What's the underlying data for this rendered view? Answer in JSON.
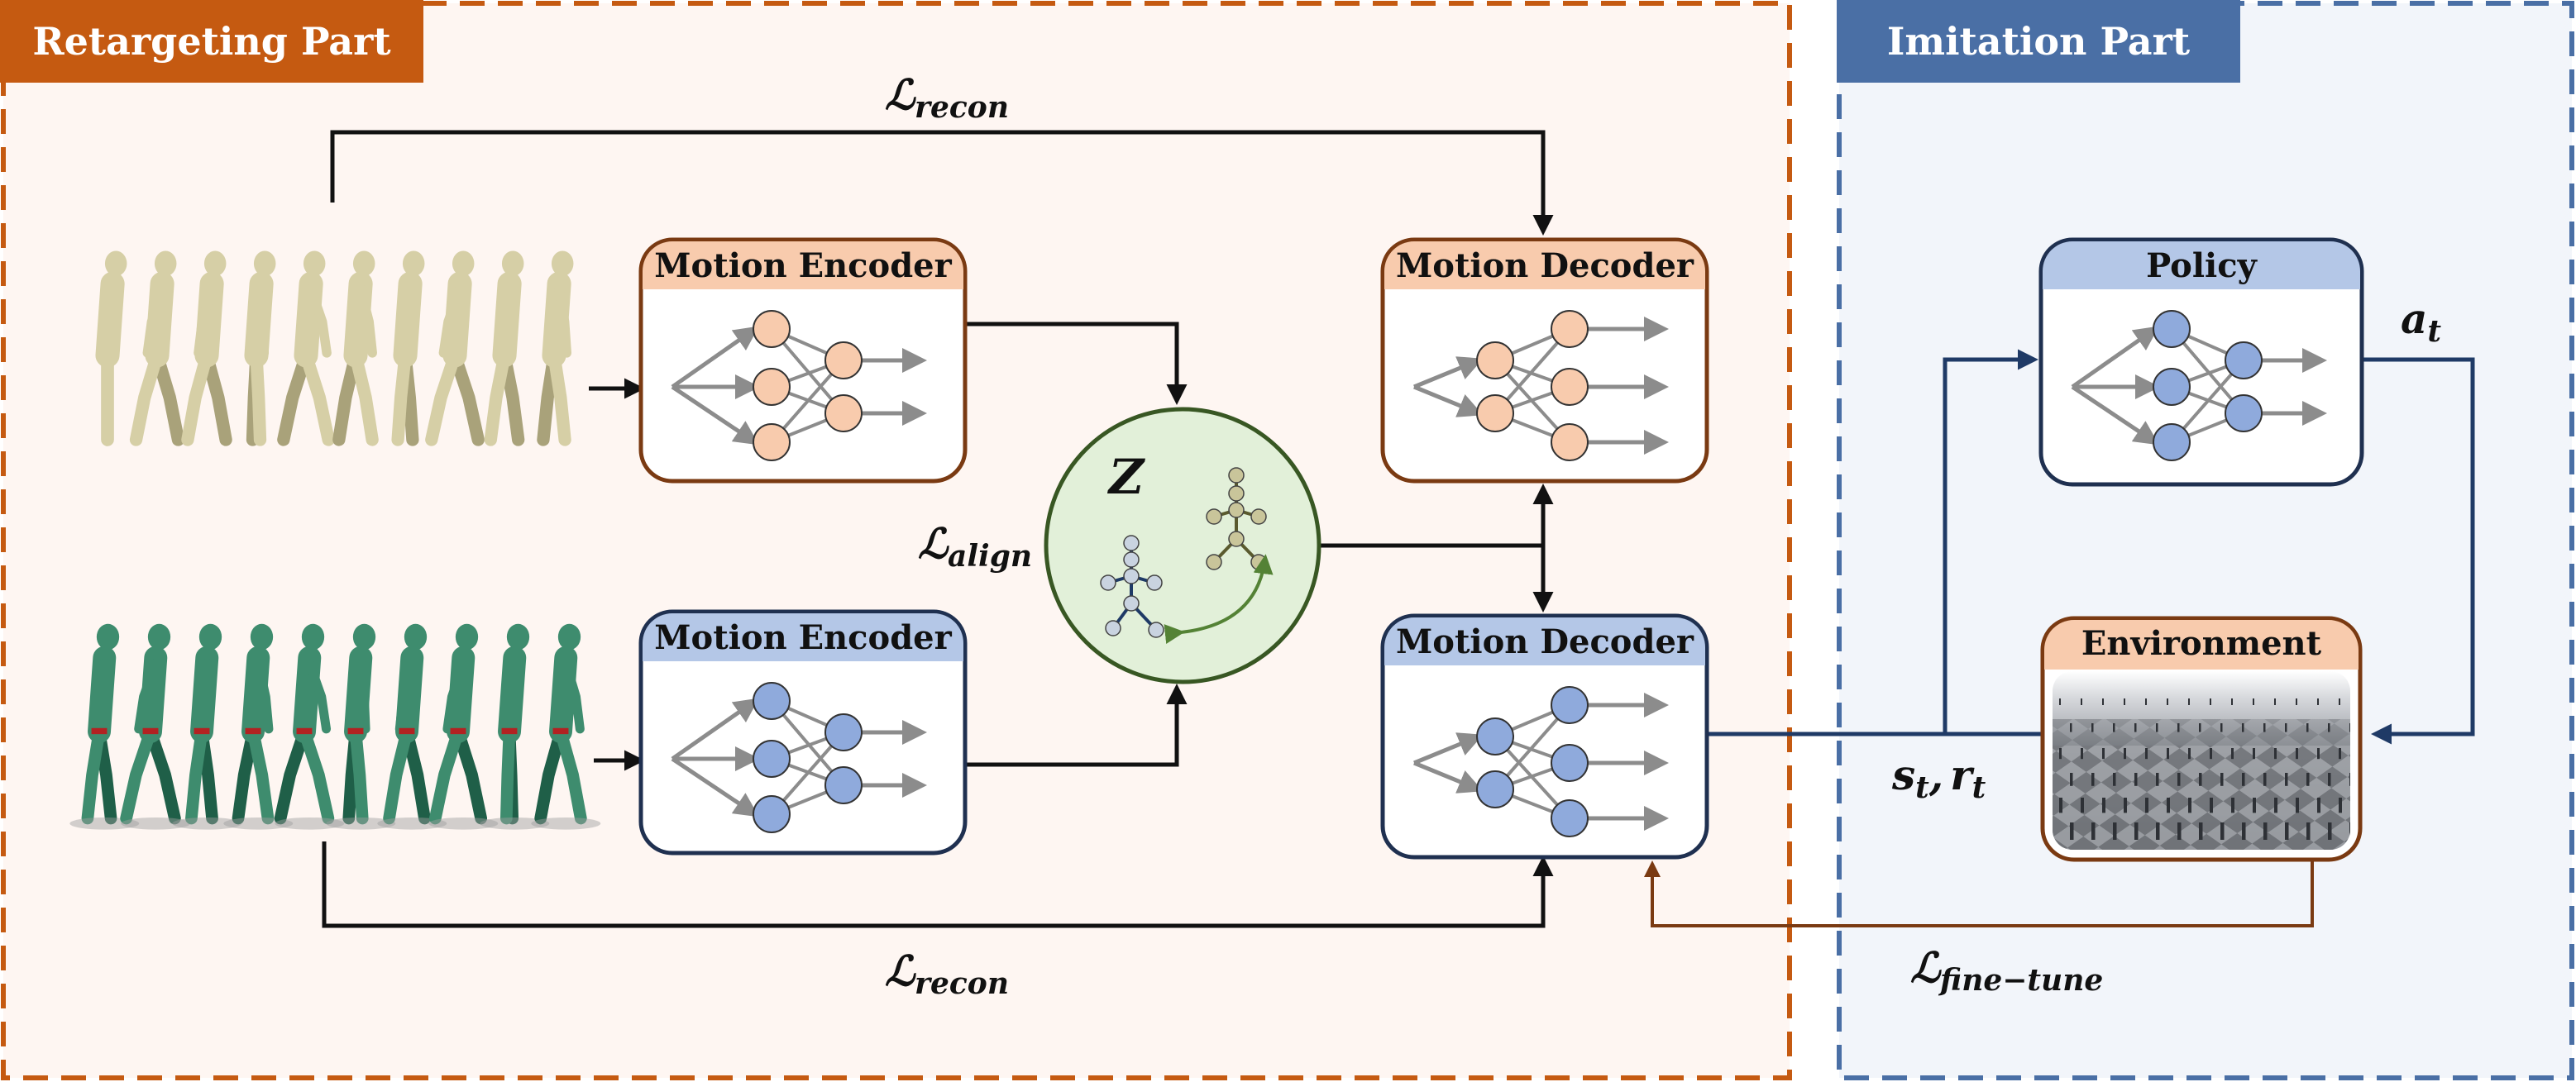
{
  "panels": {
    "retargeting": {
      "title": "Retargeting Part",
      "accent": "#C55A11",
      "fill": "#FEF6F2"
    },
    "imitation": {
      "title": "Imitation Part",
      "accent": "#4A6FA5",
      "fill": "#F2F5FA"
    }
  },
  "boxes": {
    "human_encoder": {
      "title": "Motion Encoder",
      "header": "#F8CBAD",
      "border": "#7A3A12",
      "node": "#F8CBAD"
    },
    "robot_encoder": {
      "title": "Motion Encoder",
      "header": "#B4C7E7",
      "border": "#1F3050",
      "node": "#8FAADC"
    },
    "human_decoder": {
      "title": "Motion Decoder",
      "header": "#F8CBAD",
      "border": "#7A3A12",
      "node": "#F8CBAD"
    },
    "robot_decoder": {
      "title": "Motion Decoder",
      "header": "#B4C7E7",
      "border": "#1F3050",
      "node": "#8FAADC"
    },
    "policy": {
      "title": "Policy",
      "header": "#B4C7E7",
      "border": "#1F3050",
      "node": "#8FAADC"
    },
    "environment": {
      "title": "Environment",
      "header": "#F8CBAD",
      "border": "#7A3A12"
    }
  },
  "latent": {
    "symbol": "Z",
    "fill": "#E2F0D9",
    "border": "#385723"
  },
  "losses": {
    "recon_top": {
      "main": "ℒ",
      "sub": "recon"
    },
    "recon_bottom": {
      "main": "ℒ",
      "sub": "recon"
    },
    "align": {
      "main": "ℒ",
      "sub": "align"
    },
    "fine_tune": {
      "main": "ℒ",
      "sub": "fine−tune"
    }
  },
  "signals": {
    "action": {
      "main": "a",
      "sub": "t"
    },
    "state_reward": {
      "s": "s",
      "s_sub": "t",
      "sep": ",",
      "r": "r",
      "r_sub": "t"
    }
  },
  "figures": {
    "human_sequence": {
      "color": "#D6CFA6",
      "count": 10
    },
    "robot_sequence": {
      "color": "#3E8C6E",
      "count": 10
    }
  }
}
